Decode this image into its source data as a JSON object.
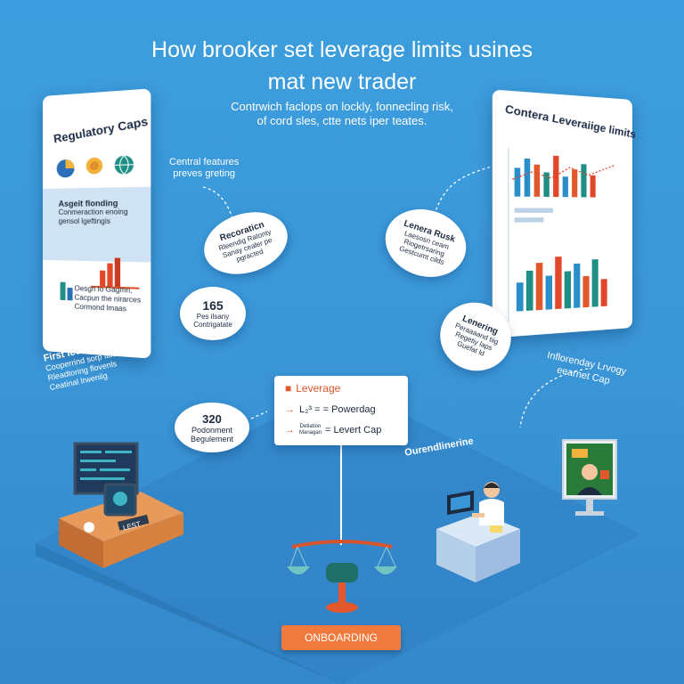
{
  "title": {
    "line1": "How brooker set leverage limits usines",
    "line2": "mat new trader"
  },
  "subtitle": {
    "line1": "Contrwich faclops on lockly, fonnecling risk,",
    "line2": "of cord sles, ctte nets iper teates."
  },
  "left_panel": {
    "title": "Regulatory Caps",
    "text1_line1": "Asgeit flonding",
    "text1_line2": "Conmeraction enoing",
    "text1_line3": "gensol lgeftingis",
    "text2_line1": "Oesgn lo Gagmn, ",
    "text2_line2": "Cacpun the nirarces",
    "text2_line3": "Cormond lmaas"
  },
  "central_features": {
    "line1": "Central features",
    "line2": "preves greting"
  },
  "bubble_risk": {
    "title": "Recoraticn",
    "line1": "Rleendig Ratonty",
    "line2": "Sanay cealer pe",
    "line3": "pgracted"
  },
  "bubble_165": {
    "number": "165",
    "line1": "Pes ilsany",
    "line2": "Contrigatate"
  },
  "first_leverage": {
    "title": "First leveraging",
    "line1": "Cooperrind sorp ltoting",
    "line2": "Rleadtoring flovenls",
    "line3": "Ceatinal lrwenilg"
  },
  "right_panel": {
    "title": "Contera Leveraiige limits"
  },
  "bubble_lever_risk": {
    "title": "Lenera Rusk",
    "line1": "Laesosn ceam",
    "line2": "Riogetrsaring",
    "line3": "Gestcumt cilds"
  },
  "bubble_lenering": {
    "title": "Lenering",
    "line1": "Peraaaand tiig",
    "line2": "Regetiy laps",
    "line3": "Guefat ld"
  },
  "right_caption": {
    "line1": "Inflorenday Lrvogy",
    "line2": "eearnet Cap"
  },
  "leverage_card": {
    "head": "Leverage",
    "row1": "L₂³ = = Powerdag",
    "row2_small_1": "Detiation",
    "row2_small_2": "Managan",
    "row2": "= Levert Cap"
  },
  "callout": {
    "number": "320",
    "line1": "Podonment",
    "line2": "Begulement"
  },
  "onboarding_caption": "Ourendlinerine",
  "desk_screen_text": "LEST",
  "onboarding_button": "ONBOARDING",
  "icons": {
    "left": [
      "pie-chart-icon",
      "coin-stack-icon",
      "globe-icon",
      "bar-chart-icon",
      "balance-scale-icon"
    ],
    "right": [
      "bar-chart-icon"
    ]
  },
  "colors": {
    "background": "#3a95d6",
    "accent": "#f07a3e",
    "teal": "#1f8f86",
    "panel": "#ffffff"
  }
}
